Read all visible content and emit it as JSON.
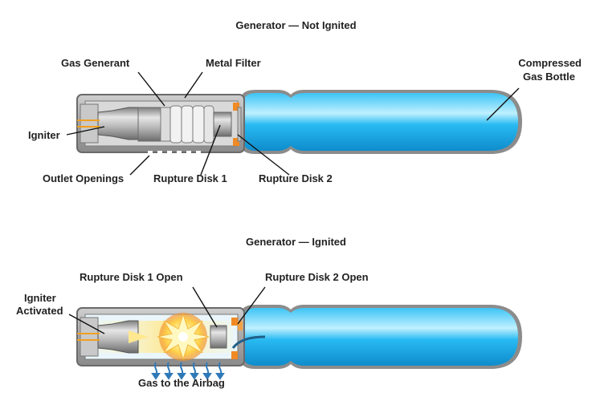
{
  "top": {
    "title": "Generator — Not Ignited",
    "labels": {
      "gas_generant": "Gas Generant",
      "metal_filter": "Metal Filter",
      "compressed_line1": "Compressed",
      "compressed_line2": "Gas Bottle",
      "igniter": "Igniter",
      "outlet_openings": "Outlet Openings",
      "rupture_disk_1": "Rupture Disk 1",
      "rupture_disk_2": "Rupture Disk 2"
    }
  },
  "bottom": {
    "title": "Generator — Ignited",
    "labels": {
      "igniter_line1": "Igniter",
      "igniter_line2": "Activated",
      "rupture_disk_1_open": "Rupture Disk 1 Open",
      "rupture_disk_2_open": "Rupture Disk 2 Open",
      "gas_to_airbag": "Gas to the Airbag"
    }
  },
  "colors": {
    "bottle_blue": "#19b6f0",
    "bottle_highlight": "#bff0ff",
    "housing_gray": "#9a9a9a",
    "housing_dark": "#5f5f5f",
    "orange": "#f08a24",
    "gas_arrow_blue": "#2f79b8",
    "explosion_yellow": "#ffe15a"
  }
}
